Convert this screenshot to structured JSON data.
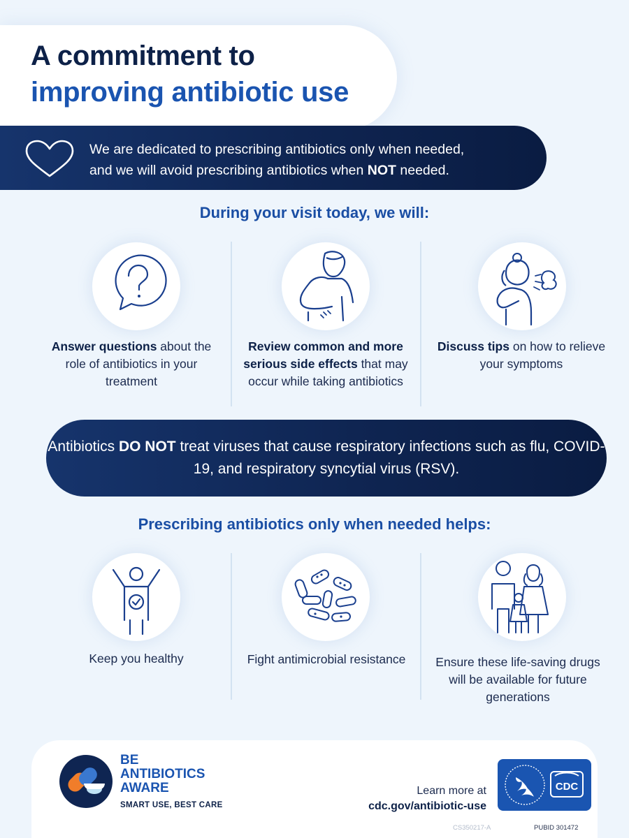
{
  "title": {
    "line1": "A commitment to",
    "line2": "improving antibiotic use"
  },
  "commitment": {
    "line1": "We are dedicated to prescribing antibiotics only when needed,",
    "line2_pre": "and we will avoid prescribing antibiotics when ",
    "line2_bold": "NOT",
    "line2_post": " needed."
  },
  "visit": {
    "heading": "During your visit today, we will:",
    "items": [
      {
        "icon": "question-bubble-icon",
        "bold": "Answer questions",
        "text": " about the role of antibiotics in your treatment"
      },
      {
        "icon": "person-stomach-ache-icon",
        "bold": "Review common and more serious side effects",
        "text": " that may occur while taking antibiotics"
      },
      {
        "icon": "girl-coughing-icon",
        "bold": "Discuss tips",
        "text": " on how to relieve your symptoms"
      }
    ]
  },
  "virus_notice": {
    "pre": "Antibiotics ",
    "bold": "DO NOT",
    "post": " treat viruses that cause respiratory infections such as flu, COVID-19, and respiratory syncytial virus (RSV)."
  },
  "helps": {
    "heading": "Prescribing antibiotics only when needed helps:",
    "items": [
      {
        "icon": "healthy-person-icon",
        "text": "Keep you healthy"
      },
      {
        "icon": "bacteria-icon",
        "text": "Fight antimicrobial resistance"
      },
      {
        "icon": "family-icon",
        "text": "Ensure these life-saving drugs will be available for future generations"
      }
    ]
  },
  "footer": {
    "logo_line1": "BE",
    "logo_line2": "ANTIBIOTICS",
    "logo_line3": "AWARE",
    "logo_tagline": "SMART USE, BEST CARE",
    "learn_more": "Learn more at",
    "url": "cdc.gov/antibiotic-use",
    "cdc_label": "CDC",
    "code_left": "CS350217-A",
    "code_right": "PUBID 301472"
  },
  "colors": {
    "navy": "#0d2148",
    "blue": "#1a54b0",
    "background": "#eef5fc",
    "orange": "#f07d2a"
  }
}
